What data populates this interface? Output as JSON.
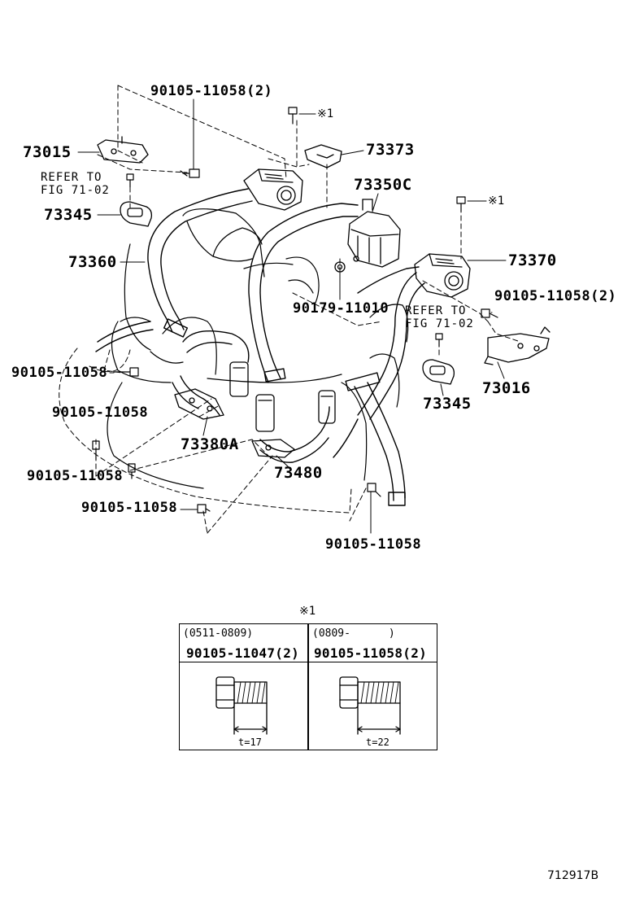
{
  "labels": {
    "l_90105_top": "90105-11058(2)",
    "mark_1a": "※1",
    "l_73015": "73015",
    "l_73373": "73373",
    "l_refer_left": "REFER TO\nFIG 71-02",
    "l_73350c": "73350C",
    "mark_1b": "※1",
    "l_73345_left": "73345",
    "l_73370": "73370",
    "l_73360": "73360",
    "l_90105_right": "90105-11058(2)",
    "l_90179": "90179-11010",
    "l_refer_right": "REFER TO\nFIG 71-02",
    "l_90105_a": "90105-11058",
    "l_73016": "73016",
    "l_73345_right": "73345",
    "l_90105_b": "90105-11058",
    "l_73380a": "73380A",
    "l_90105_c": "90105-11058",
    "l_73480": "73480",
    "l_90105_d": "90105-11058",
    "l_90105_e": "90105-11058"
  },
  "table": {
    "mark": "※1",
    "col_a": {
      "range": "(0511-0809)",
      "part": "90105-11047(2)",
      "length": "t=17"
    },
    "col_b": {
      "range": "(0809-      )",
      "part": "90105-11058(2)",
      "length": "t=22"
    }
  },
  "figure_id": "712917B"
}
